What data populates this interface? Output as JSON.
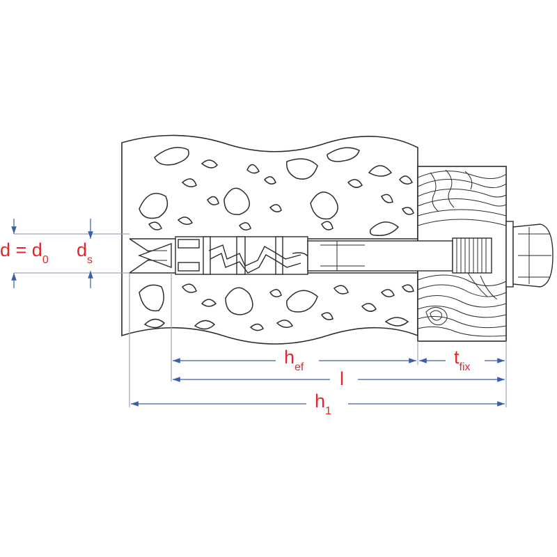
{
  "colors": {
    "line": "#2b2b2b",
    "dimension": "#3a5fa8",
    "label": "#e3262b",
    "fill": "#ffffff"
  },
  "labels": {
    "d_eq": {
      "main": "d = d",
      "sub": "0"
    },
    "ds": {
      "main": "d",
      "sub": "s"
    },
    "hef": {
      "main": "h",
      "sub": "ef"
    },
    "tfix": {
      "main": "t",
      "sub": "fix"
    },
    "l": {
      "main": "l"
    },
    "h1": {
      "main": "h",
      "sub": "1"
    }
  }
}
